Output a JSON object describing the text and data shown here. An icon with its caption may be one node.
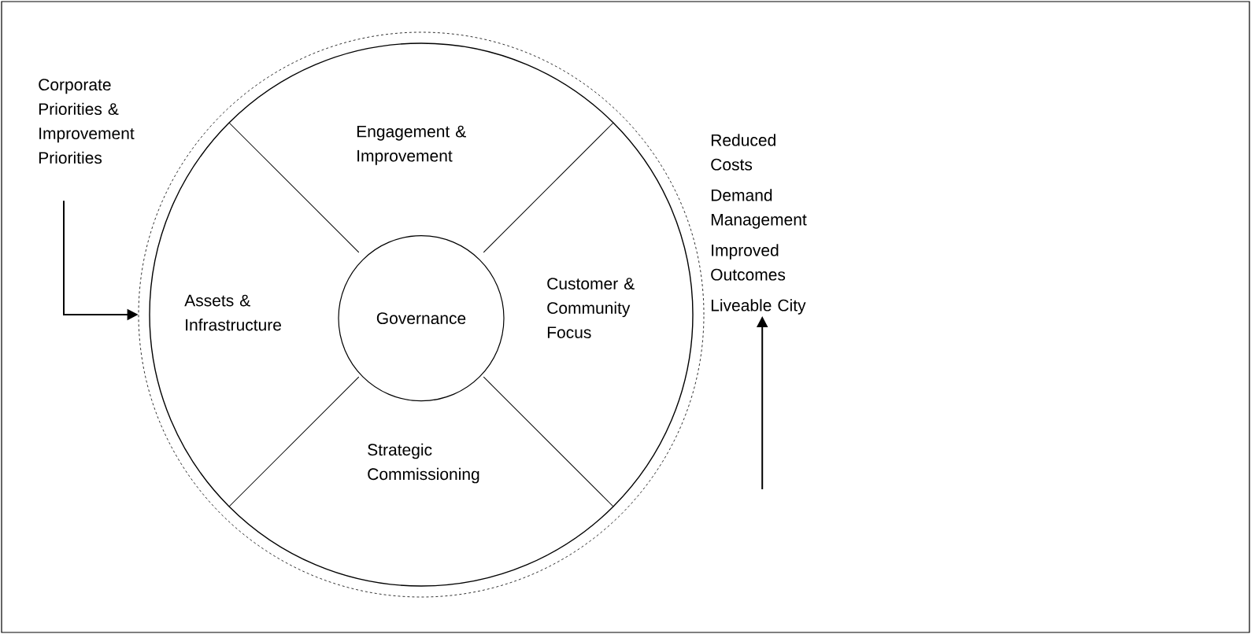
{
  "diagram": {
    "nodes": [
      {
        "text": [],
        "shape": "circle"
      },
      {
        "text": [
          "Engagement & Improvement"
        ],
        "in": 0
      },
      {
        "text": [
          "Customer & Community Focus"
        ],
        "in": 0
      },
      {
        "text": [
          "Strategic Commissioning"
        ],
        "in": 0
      },
      {
        "text": [
          "Assets & Infrastructure"
        ],
        "in": 0
      },
      {
        "text": [
          "Governance"
        ],
        "in": 0
      },
      {
        "text": [
          "Corporate Priorities & Improvement Priorities"
        ]
      },
      {
        "text": [
          "Reduced Costs",
          "Demand Management",
          "Improved Outcomes",
          "Liveable City"
        ]
      }
    ],
    "edges": [
      {
        "from": 6,
        "to": 0,
        "arrow": "to"
      },
      {
        "from": null,
        "to": 7,
        "arrow": "to"
      }
    ]
  }
}
